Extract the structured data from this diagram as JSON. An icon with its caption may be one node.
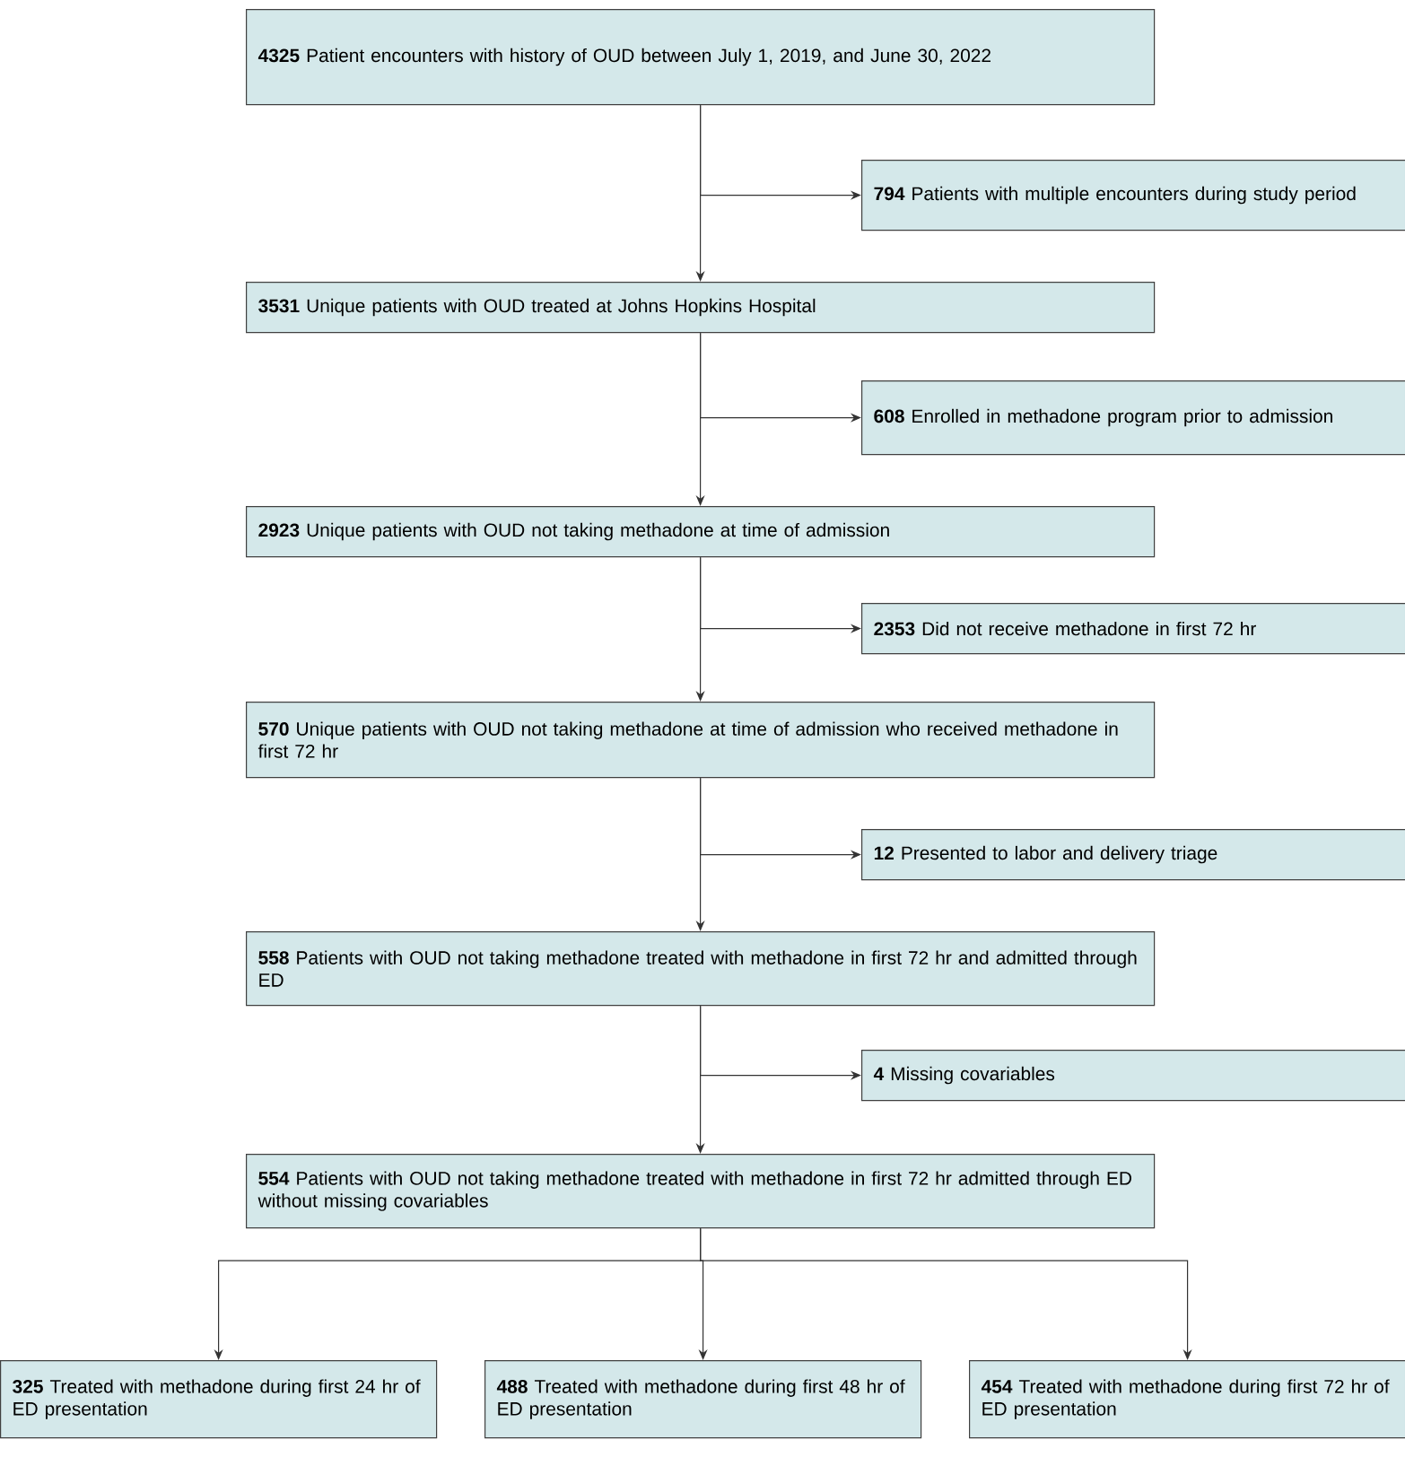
{
  "diagram": {
    "nodes": [
      {
        "text": [
          "**4325** Patient encounters with history of OUD between July 1, 2019, and June 30, 2022"
        ]
      },
      {
        "text": [
          "**794** Patients with multiple encounters during study period"
        ]
      },
      {
        "text": [
          "**3531** Unique patients with OUD treated at Johns Hopkins Hospital"
        ]
      },
      {
        "text": [
          "**608** Enrolled in methadone program prior to admission"
        ]
      },
      {
        "text": [
          "**2923** Unique patients with OUD not taking methadone at time of admission"
        ]
      },
      {
        "text": [
          "**2353** Did not receive methadone in first 72 hr"
        ]
      },
      {
        "text": [
          "**570** Unique patients with OUD not taking methadone at time of admission who received methadone in first 72 hr"
        ]
      },
      {
        "text": [
          "**12** Presented to labor and delivery triage"
        ]
      },
      {
        "text": [
          "**558** Patients with OUD not taking methadone treated with methadone in first 72 hr and admitted through ED"
        ]
      },
      {
        "text": [
          "**4** Missing covariables"
        ]
      },
      {
        "text": [
          "**554** Patients with OUD not taking methadone treated with methadone in first 72 hr admitted through ED without missing covariables"
        ]
      },
      {
        "text": [
          "**325** Treated with methadone during first 24 hr of ED presentation"
        ]
      },
      {
        "text": [
          "**488** Treated with methadone during first 48 hr of ED presentation"
        ]
      },
      {
        "text": [
          "**454** Treated with methadone during first 72 hr of ED presentation"
        ]
      }
    ],
    "edges": [
      {
        "from": 0,
        "to": 2,
        "arrow": "to"
      },
      {
        "from": 0,
        "to": 1,
        "arrow": "to"
      },
      {
        "from": 2,
        "to": 4,
        "arrow": "to"
      },
      {
        "from": 2,
        "to": 3,
        "arrow": "to"
      },
      {
        "from": 4,
        "to": 6,
        "arrow": "to"
      },
      {
        "from": 4,
        "to": 5,
        "arrow": "to"
      },
      {
        "from": 6,
        "to": 8,
        "arrow": "to"
      },
      {
        "from": 6,
        "to": 7,
        "arrow": "to"
      },
      {
        "from": 8,
        "to": 10,
        "arrow": "to"
      },
      {
        "from": 8,
        "to": 9,
        "arrow": "to"
      },
      {
        "from": 10,
        "to": 11,
        "arrow": "to"
      },
      {
        "from": 10,
        "to": 12,
        "arrow": "to"
      },
      {
        "from": 10,
        "to": 13,
        "arrow": "to"
      }
    ]
  }
}
